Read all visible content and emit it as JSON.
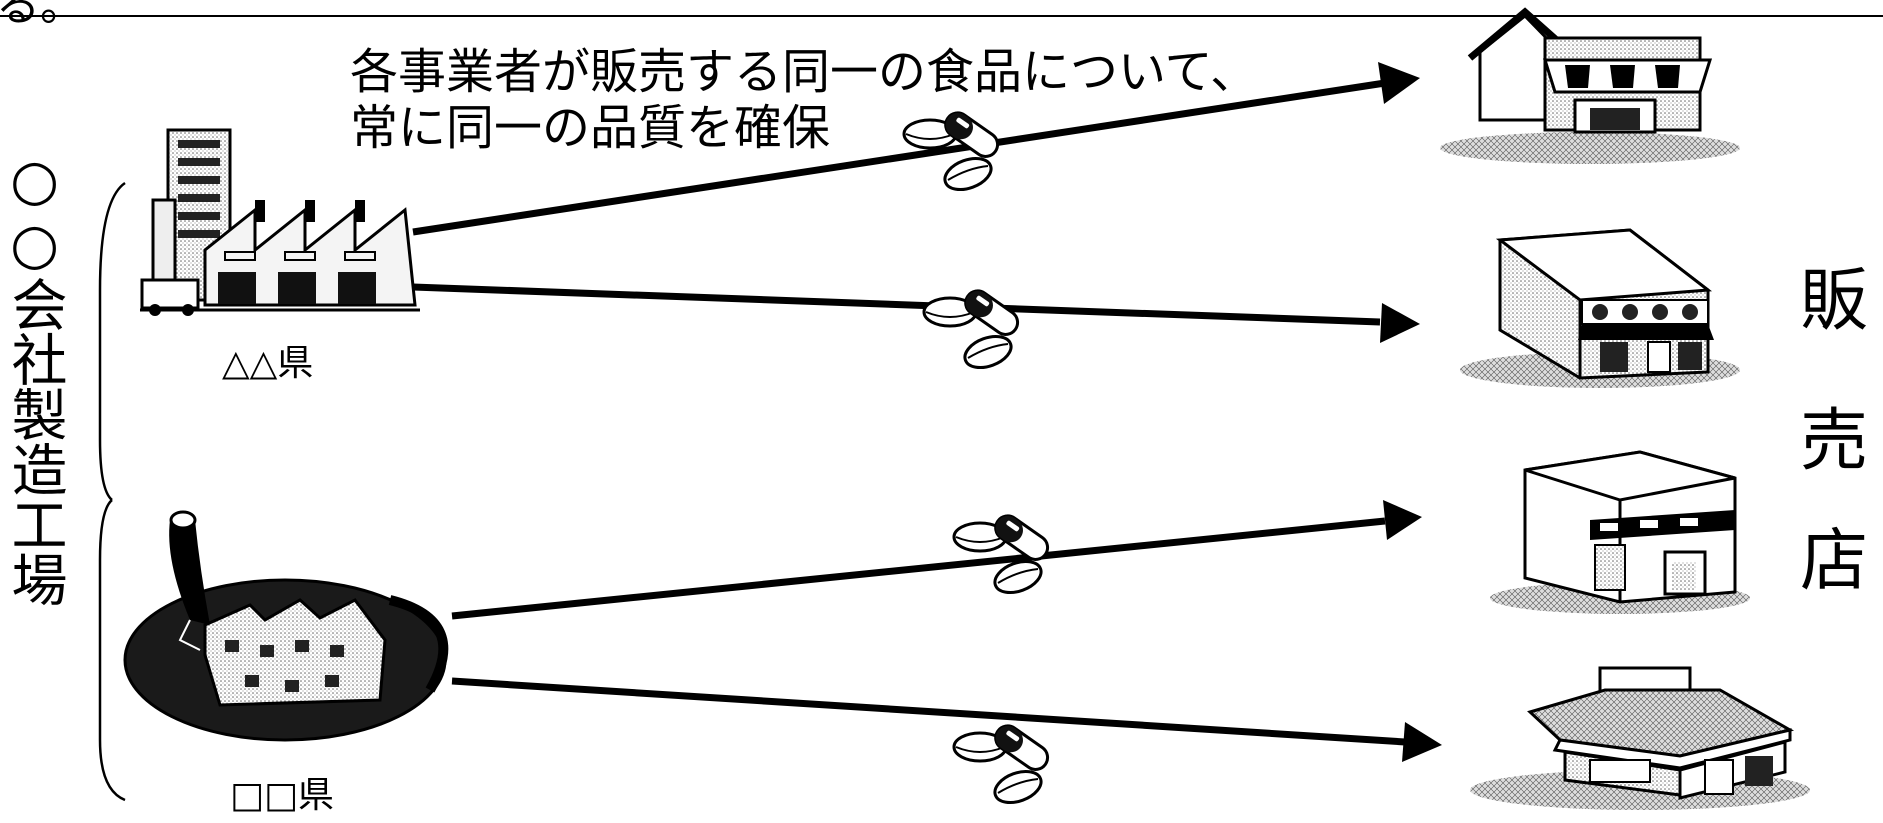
{
  "top_fragment": "る。",
  "caption": {
    "line1": "各事業者が販売する同一の食品について、",
    "line2": "常に同一の品質を確保"
  },
  "manufacturer": {
    "label": "○○会社製造工場",
    "factories": [
      {
        "id": "a",
        "location": "△△県"
      },
      {
        "id": "b",
        "location": "□□県"
      }
    ]
  },
  "retailers": {
    "label": "販売店",
    "label_chars": [
      "販",
      "売",
      "店"
    ],
    "count": 4
  }
}
